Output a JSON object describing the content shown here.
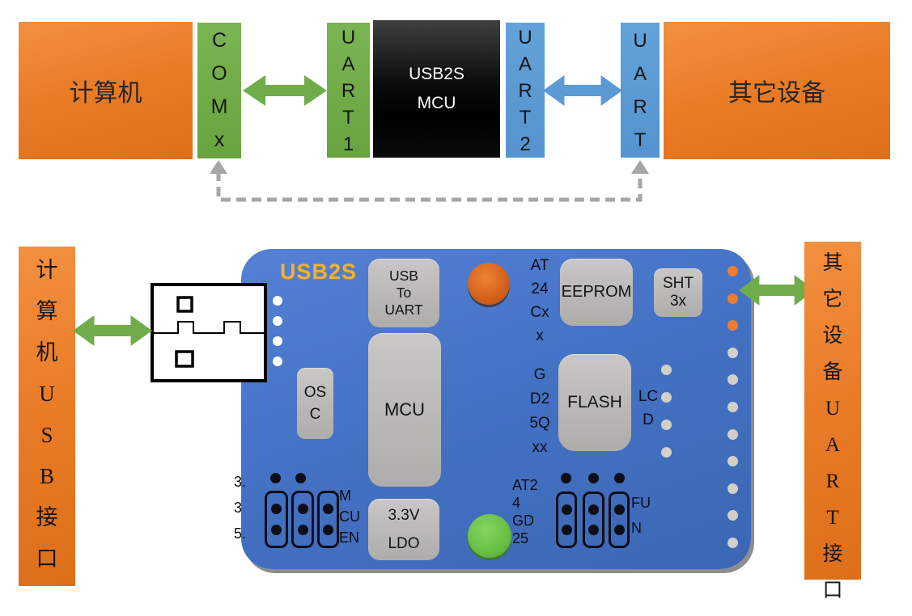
{
  "colors": {
    "orange": "#ED7D31",
    "green": "#70AD47",
    "blue": "#5B9BD5",
    "board_blue": "#4472C4",
    "chip_gray": "#BFBFBF",
    "logo_yellow": "#ECB23C",
    "dashed_gray": "#A6A6A6",
    "led_orange": "#D2601A",
    "led_green": "#67BE45"
  },
  "top_diagram": {
    "computer_label": "计算机",
    "comx_port": [
      "C",
      "O",
      "M",
      "x"
    ],
    "uart1_port": [
      "U",
      "A",
      "R",
      "T",
      "1"
    ],
    "mcu_block": [
      "USB2S",
      "MCU"
    ],
    "uart2_port": [
      "U",
      "A",
      "R",
      "T",
      "2"
    ],
    "uart_port": [
      "U",
      "A",
      "R",
      "T"
    ],
    "other_device_label": "其它设备"
  },
  "board_diagram": {
    "computer_usb_label": [
      "计",
      "算",
      "机",
      "U",
      "S",
      "B",
      "接",
      "口"
    ],
    "other_uart_label": [
      "其",
      "它",
      "设",
      "备",
      "U",
      "A",
      "R",
      "T",
      "接",
      "口"
    ],
    "board": {
      "logo": "USB2S",
      "usb_to_uart_chip": [
        "USB",
        "To",
        "UART"
      ],
      "eeprom_part": [
        "AT",
        "24",
        "Cx",
        "x"
      ],
      "eeprom_chip": "EEPROM",
      "sht_chip": [
        "SHT",
        "3x"
      ],
      "osc_chip": [
        "OS",
        "C"
      ],
      "mcu_chip": "MCU",
      "flash_part": [
        "G",
        "D2",
        "5Q",
        "xx"
      ],
      "flash_chip": "FLASH",
      "lcd_header": [
        "LC",
        "D"
      ],
      "ldo_chip": [
        "3.3V",
        "LDO"
      ],
      "power_jumper_labels": [
        "3.",
        "3",
        "5."
      ],
      "power_jumper_name": [
        "M",
        "CU",
        "EN"
      ],
      "func_jumper_part": [
        "AT2",
        "4",
        "GD",
        "25"
      ],
      "func_jumper_name": [
        "FU",
        "N"
      ]
    }
  }
}
